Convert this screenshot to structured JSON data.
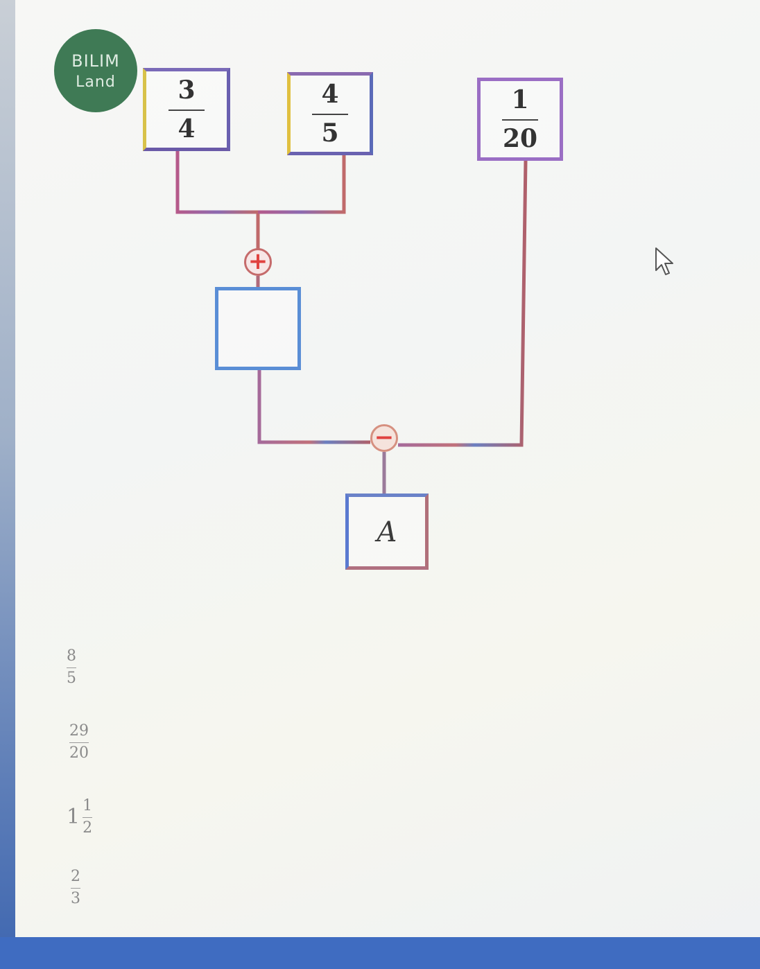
{
  "logo": {
    "line1": "BILIM",
    "line2": "Land"
  },
  "diagram": {
    "box1": {
      "numerator": "3",
      "denominator": "4"
    },
    "box2": {
      "numerator": "4",
      "denominator": "5"
    },
    "box3": {
      "numerator": "1",
      "denominator": "20"
    },
    "operator_plus": "+",
    "operator_minus": "−",
    "result_box": {
      "label": "A"
    }
  },
  "options": [
    {
      "numerator": "8",
      "denominator": "5"
    },
    {
      "numerator": "29",
      "denominator": "20"
    },
    {
      "whole": "1",
      "numerator": "1",
      "denominator": "2"
    },
    {
      "numerator": "2",
      "denominator": "3"
    }
  ],
  "colors": {
    "logo_bg": "#3f7a55",
    "bottom_bar": "#3f6cc1",
    "operator_red": "#e0413f"
  },
  "icons": [
    "mouse-pointer-icon"
  ]
}
